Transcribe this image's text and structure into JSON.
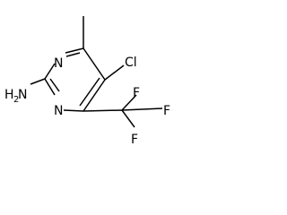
{
  "molecule": {
    "atoms": {
      "n_top": "N",
      "n_bottom": "N",
      "cl": "Cl",
      "amine_h": "H",
      "amine_sub": "2",
      "amine_n": "N",
      "f1": "F",
      "f2": "F",
      "f3": "F"
    }
  }
}
